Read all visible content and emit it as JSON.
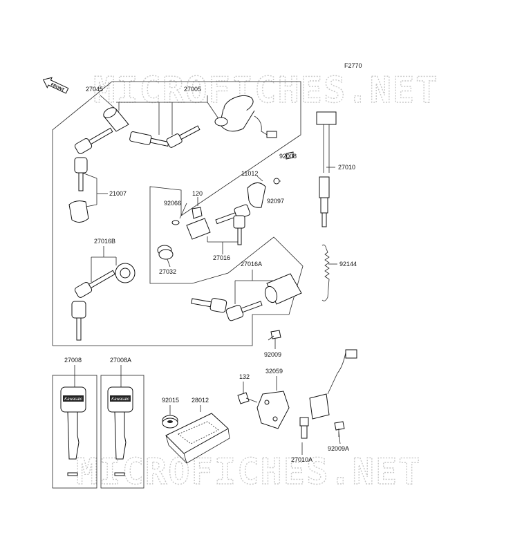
{
  "figure_code": "F2770",
  "front_label": "FRONT",
  "watermark": "MICROFICHES.NET",
  "key_brand": "Kawasaki",
  "part_labels": {
    "p27045": "27045",
    "p27005": "27005",
    "p27010": "27010",
    "p92008": "92008",
    "p11012": "11012",
    "p92097": "92097",
    "p21007": "21007",
    "p120": "120",
    "p92066": "92066",
    "p27016B": "27016B",
    "p27016": "27016",
    "p27032": "27032",
    "p27016A": "27016A",
    "p92144": "92144",
    "p92009": "92009",
    "p27008": "27008",
    "p27008A": "27008A",
    "p92015": "92015",
    "p28012": "28012",
    "p132": "132",
    "p32059": "32059",
    "p27010A": "27010A",
    "p92009A": "92009A"
  }
}
